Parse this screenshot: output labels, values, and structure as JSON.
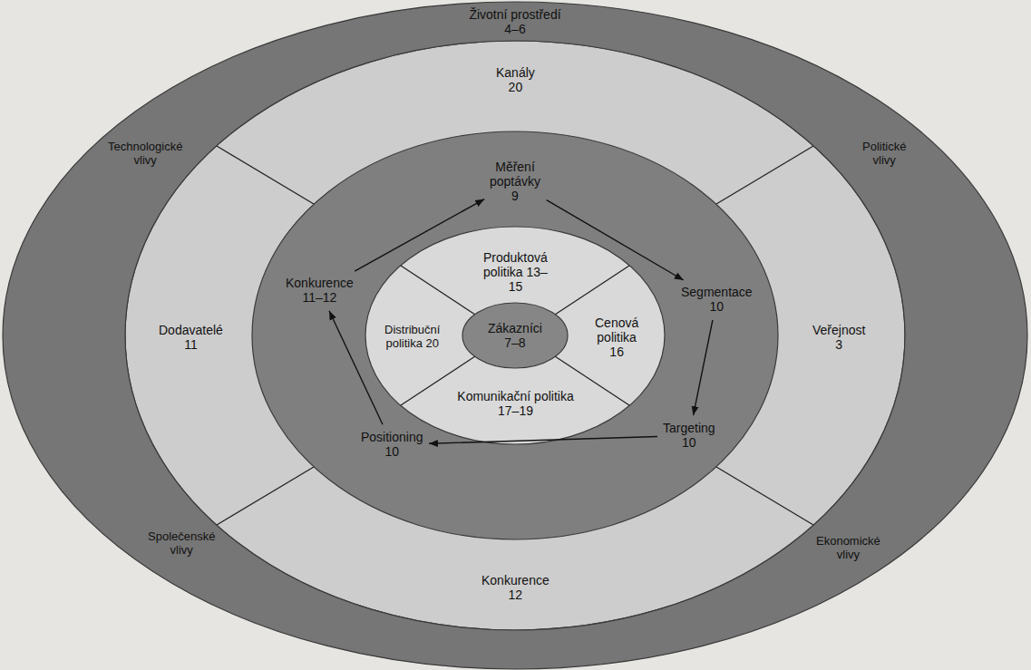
{
  "diagram": {
    "nodes": [
      {
        "text": [
          "Životní prostředí 4–6",
          "Technologické vlivy",
          "Politické vlivy",
          "Společenské vlivy",
          "Ekonomické vlivy"
        ]
      },
      {
        "text": [
          "Kanály 20"
        ],
        "in": 0
      },
      {
        "text": [
          "Dodavatelé 11"
        ],
        "in": 0
      },
      {
        "text": [
          "Veřejnost 3"
        ],
        "in": 0
      },
      {
        "text": [
          "Konkurence 12"
        ],
        "in": 0
      },
      {
        "text": [
          "Měření poptávky 9"
        ],
        "in": 0
      },
      {
        "text": [
          "Konkurence 11–12"
        ],
        "in": 0
      },
      {
        "text": [
          "Segmentace 10"
        ],
        "in": 0
      },
      {
        "text": [
          "Positioning 10"
        ],
        "in": 0
      },
      {
        "text": [
          "Targeting 10"
        ],
        "in": 0
      },
      {
        "text": [
          "Produktová politika 13–15"
        ],
        "in": 0
      },
      {
        "text": [
          "Distribuční politika 20"
        ],
        "in": 0
      },
      {
        "text": [
          "Cenová politika 16"
        ],
        "in": 0
      },
      {
        "text": [
          "Komunikační politika 17–19"
        ],
        "in": 0
      },
      {
        "text": [
          "Zákazníci 7–8"
        ],
        "in": 0
      }
    ],
    "edges": [
      {
        "from": 5,
        "to": 7,
        "arrow": "to"
      },
      {
        "from": 7,
        "to": 9,
        "arrow": "to"
      },
      {
        "from": 9,
        "to": 8,
        "arrow": "to"
      },
      {
        "from": 8,
        "to": 6,
        "arrow": "to"
      },
      {
        "from": 6,
        "to": 5,
        "arrow": "to"
      }
    ]
  }
}
